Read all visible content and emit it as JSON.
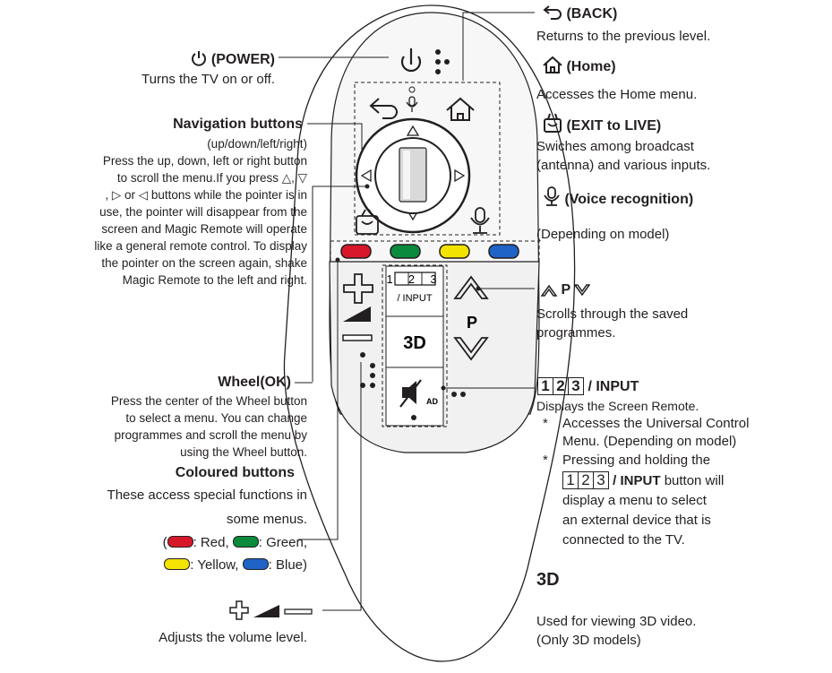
{
  "remote": {
    "panel_123": "1 2 3",
    "panel_input": "/ INPUT",
    "p_label": "P",
    "three_d": "3D",
    "ad": "AD"
  },
  "colors": {
    "red": "#d7182a",
    "green": "#0a8a3c",
    "yellow": "#f2e300",
    "blue": "#1f63c7",
    "line": "#231f20",
    "panel": "#f2f2f2"
  },
  "left": {
    "power": {
      "title": "(POWER)",
      "desc": "Turns the TV on or off."
    },
    "navigation": {
      "title": "Navigation buttons",
      "sub": "(up/down/left/right)",
      "lines": [
        "Press the up, down, left or right button",
        "to scroll the menu.If you press △, ▽",
        ", ▷ or ◁ buttons while the pointer is in",
        "use, the pointer will disappear from the",
        "screen and Magic Remote will operate",
        "like a general remote control. To display",
        "the pointer on the screen again, shake",
        "Magic Remote to the left and right."
      ]
    },
    "wheel": {
      "title": "Wheel(OK)",
      "lines": [
        "Press the center of the Wheel button",
        "to select a menu. You can change",
        "programmes and scroll the menu by",
        "using the Wheel button."
      ]
    },
    "coloured": {
      "title": "Coloured buttons",
      "lines": [
        "These access special functions in",
        "some menus."
      ],
      "red": ": Red,",
      "green": ": Green,",
      "yellow": ": Yellow,",
      "blue": ": Blue)"
    },
    "volume": {
      "desc": "Adjusts the volume level."
    }
  },
  "right": {
    "back": {
      "title": "(BACK)",
      "desc": "Returns to the previous level."
    },
    "home": {
      "title": "(Home)",
      "desc": "Accesses the Home menu."
    },
    "exit": {
      "title": "(EXIT to LIVE)",
      "lines": [
        "Swiches among broadcast",
        "(antenna) and various inputs."
      ]
    },
    "voice": {
      "title": "(Voice recognition)",
      "desc": "(Depending on model)"
    },
    "programme": {
      "title": "P",
      "lines": [
        "Scrolls through the saved",
        "programmes."
      ]
    },
    "input": {
      "title": "/ INPUT",
      "desc": "Displays the Screen Remote.",
      "bullets": [
        [
          "Accesses the Universal Control",
          "Menu. (Depending on model)"
        ],
        [
          "Pressing and holding the"
        ]
      ],
      "bullet_mark": "*",
      "button_word": "/ INPUT",
      "button_suffix": "button will",
      "more": [
        "display a menu to select",
        "an external device that is",
        "connected to the TV."
      ]
    },
    "three_d": {
      "title": "3D",
      "lines": [
        "Used for viewing 3D video.",
        "(Only 3D models)"
      ]
    }
  }
}
